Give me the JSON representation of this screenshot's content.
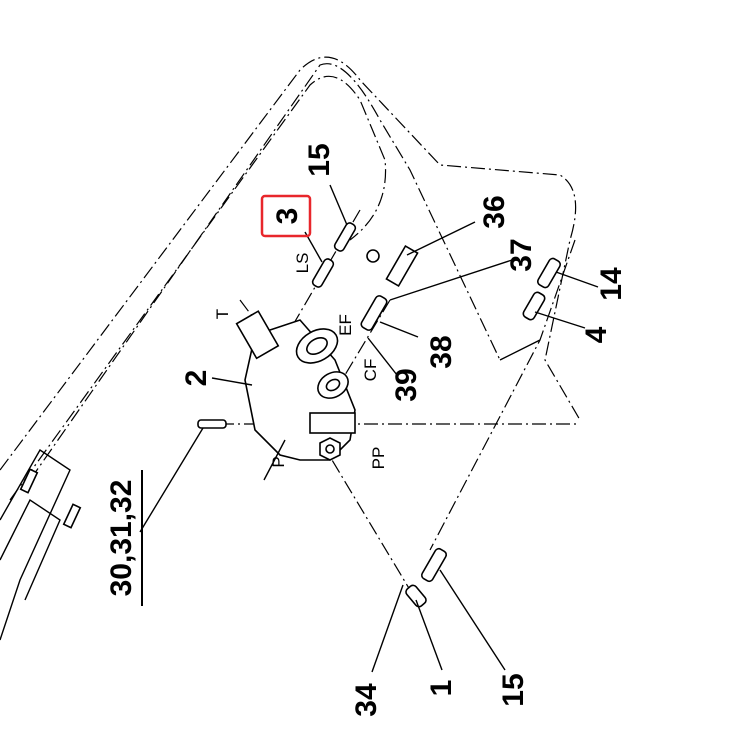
{
  "diagram": {
    "callouts": [
      "15",
      "3",
      "36",
      "37",
      "14",
      "4",
      "38",
      "39",
      "2",
      "30,31,32",
      "34",
      "1",
      "15"
    ],
    "port_labels": [
      "LS",
      "T",
      "EF",
      "CF",
      "P",
      "PP"
    ],
    "highlighted_callout": "3",
    "highlight_color": "#e8262b"
  }
}
